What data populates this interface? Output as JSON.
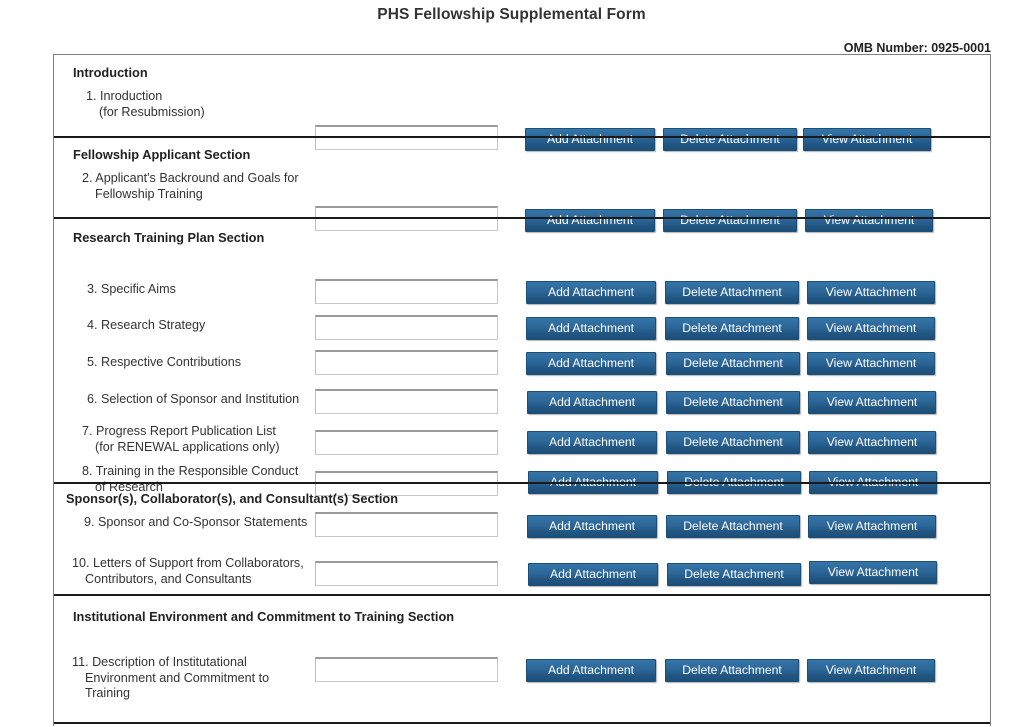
{
  "header": {
    "title": "PHS Fellowship Supplemental Form",
    "omb": "OMB Number: 0925-0001"
  },
  "buttons": {
    "add": "Add Attachment",
    "delete": "Delete Attachment",
    "view": "View Attachment"
  },
  "colors": {
    "button_top": "#3575a8",
    "button_bottom": "#1d4e77",
    "button_border": "#1b4f77",
    "text": "#333333",
    "divider": "#1a1a1a",
    "frame_border": "#808080"
  },
  "sections": [
    {
      "title": "Introduction",
      "items": [
        {
          "number": "1.",
          "label": "1. Inroduction\n(for Resubmission)",
          "value": ""
        }
      ]
    },
    {
      "title": "Fellowship Applicant Section",
      "items": [
        {
          "number": "2.",
          "label": "2. Applicant's Backround and Goals for\nFellowship Training",
          "value": ""
        }
      ]
    },
    {
      "title": "Research Training Plan Section",
      "items": [
        {
          "number": "3.",
          "label": "3. Specific Aims",
          "value": ""
        },
        {
          "number": "4.",
          "label": "4. Research Strategy",
          "value": ""
        },
        {
          "number": "5.",
          "label": "5. Respective Contributions",
          "value": ""
        },
        {
          "number": "6.",
          "label": "6. Selection of Sponsor and Institution",
          "value": ""
        },
        {
          "number": "7.",
          "label": "7. Progress Report Publication List\n(for RENEWAL applications only)",
          "value": ""
        },
        {
          "number": "8.",
          "label": "8. Training in the Responsible Conduct\nof Research",
          "value": ""
        }
      ]
    },
    {
      "title": "Sponsor(s), Collaborator(s), and Consultant(s) Section",
      "items": [
        {
          "number": "9.",
          "label": "9. Sponsor and Co-Sponsor Statements",
          "value": ""
        },
        {
          "number": "10.",
          "label": "10. Letters of Support from Collaborators,\nContributors, and Consultants",
          "value": ""
        }
      ]
    },
    {
      "title": "Institutional Environment and Commitment to Training Section",
      "items": [
        {
          "number": "11.",
          "label": "11. Description of Institutational\nEnvironment and Commitment to\nTraining",
          "value": ""
        }
      ]
    }
  ]
}
